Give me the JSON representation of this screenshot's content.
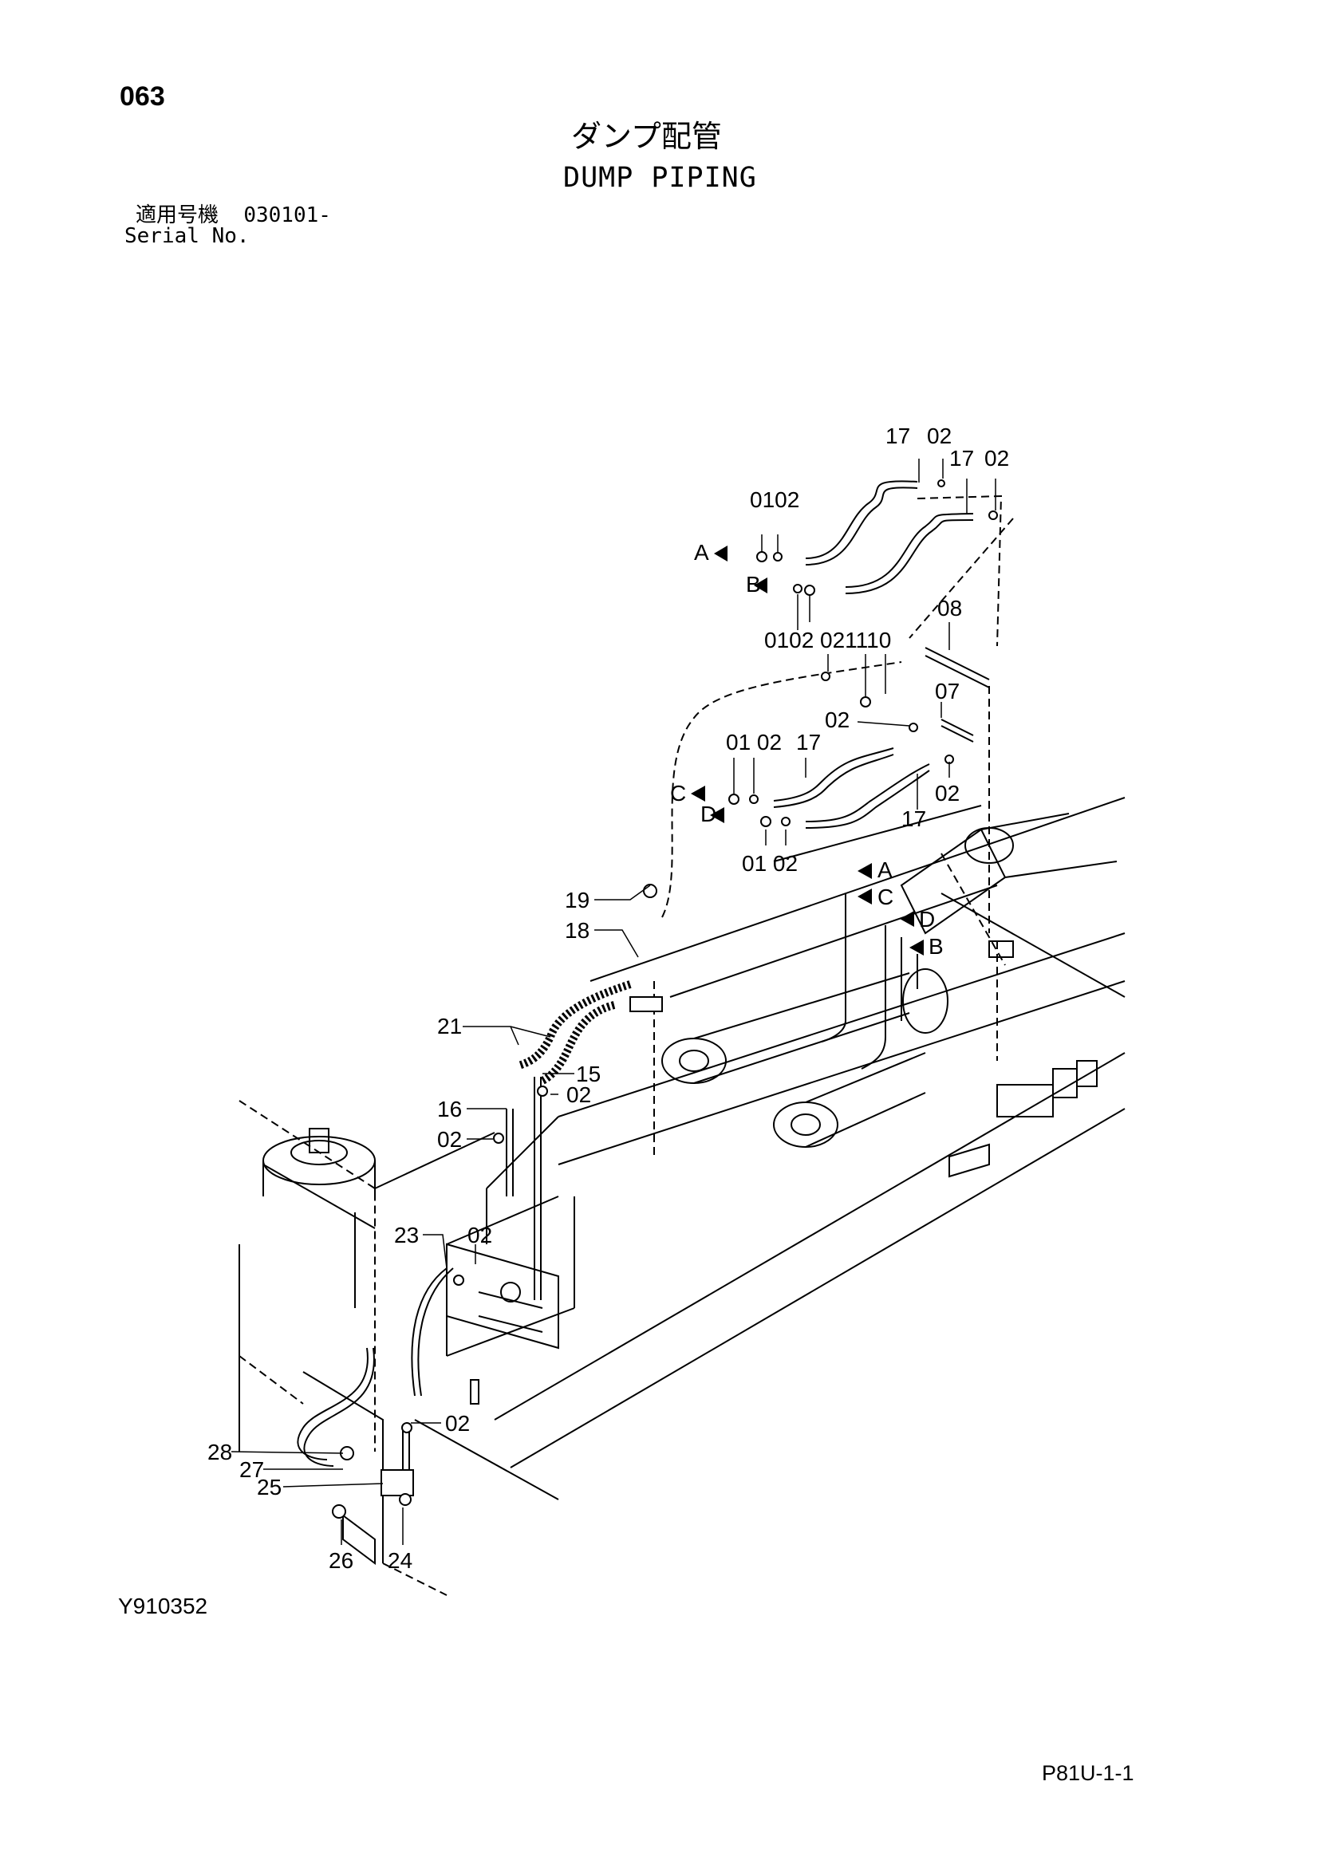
{
  "page_number": "063",
  "title_jp": "ダンプ配管",
  "title_en": "DUMP PIPING",
  "serial_label_jp": "適用号機",
  "serial_value": "030101-",
  "serial_label_en": "Serial No.",
  "drawing_number": "Y910352",
  "sheet_code": "P81U-1-1",
  "callouts": {
    "c17a": "17",
    "c02a": "02",
    "c17b": "17",
    "c02b": "02",
    "c0102a": "0102",
    "cA1": "A",
    "cB1": "B",
    "c0102b": "0102",
    "c021110": "0102021110",
    "c08": "08",
    "c07": "07",
    "c02c": "02",
    "c0102c": "01 02",
    "c17c": "17",
    "cC1": "C",
    "cD1": "D",
    "c02d": "02",
    "c17d": "17",
    "c0102d": "01 02",
    "cA2": "A",
    "cC2": "C",
    "cD2": "D",
    "cB2": "B",
    "c19": "19",
    "c18": "18",
    "c21": "21",
    "c15": "15",
    "c02e": "02",
    "c16": "16",
    "c02f": "02",
    "c23": "23",
    "c02g": "02",
    "c02h": "02",
    "c28": "28",
    "c27": "27",
    "c25": "25",
    "c26": "26",
    "c24": "24"
  }
}
